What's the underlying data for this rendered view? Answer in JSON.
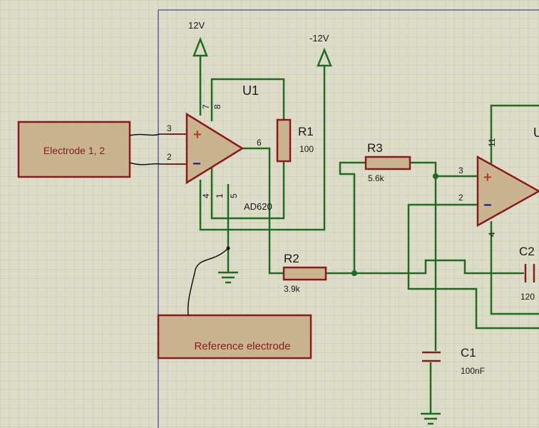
{
  "colors": {
    "background": "#dcdcc8",
    "grid": "#c6c6b0",
    "wire": "#1f6b1f",
    "component": "#8b1a1a",
    "component_fill": "#c9b48f",
    "sheet_border": "#2c2ca0",
    "plus_sign": "#c0392b",
    "minus_sign": "#1a1a8b"
  },
  "power": {
    "vpos": "12V",
    "vneg": "-12V"
  },
  "blocks": {
    "electrode": "Electrode 1, 2",
    "reference": "Reference electrode"
  },
  "u1": {
    "ref": "U1",
    "part": "AD620",
    "pins": {
      "p3": "3",
      "p2": "2",
      "p6": "6",
      "p7": "7",
      "p8": "8",
      "p4": "4",
      "p1": "1",
      "p5": "5"
    },
    "plus": "+",
    "minus": "−"
  },
  "u2": {
    "ref": "U",
    "pins": {
      "p3": "3",
      "p2": "2",
      "p11": "11",
      "p4": "4"
    },
    "plus": "+",
    "minus": "−"
  },
  "r1": {
    "ref": "R1",
    "value": "100"
  },
  "r2": {
    "ref": "R2",
    "value": "3.9k"
  },
  "r3": {
    "ref": "R3",
    "value": "5.6k"
  },
  "c1": {
    "ref": "C1",
    "value": "100nF"
  },
  "c2": {
    "ref": "C2",
    "value": "120"
  }
}
